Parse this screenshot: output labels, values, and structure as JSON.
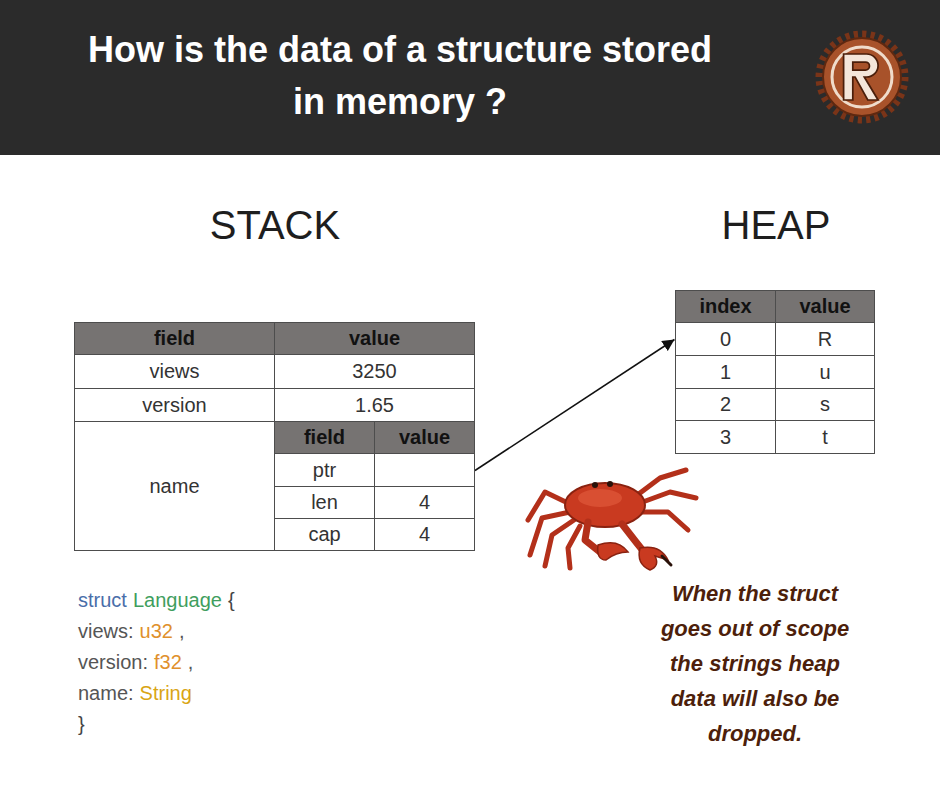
{
  "diagram": {
    "title": "How is the data of a structure stored in memory ?",
    "nodes": [
      {
        "text": [
          "field",
          "value"
        ]
      },
      {
        "text": [
          "views",
          "3250"
        ],
        "in": 0
      },
      {
        "text": [
          "version",
          "1.65"
        ],
        "in": 0
      },
      {
        "text": [
          "name"
        ],
        "in": 0
      },
      {
        "text": [
          "field",
          "value"
        ],
        "in": 3
      },
      {
        "text": [
          "ptr"
        ],
        "in": 4
      },
      {
        "text": [
          "len",
          "4"
        ],
        "in": 4
      },
      {
        "text": [
          "cap",
          "4"
        ],
        "in": 4
      },
      {
        "text": [
          "index",
          "value"
        ]
      },
      {
        "text": [
          "0",
          "R"
        ],
        "in": 8
      },
      {
        "text": [
          "1",
          "u"
        ],
        "in": 8
      },
      {
        "text": [
          "2",
          "s"
        ],
        "in": 8
      },
      {
        "text": [
          "3",
          "t"
        ],
        "in": 8
      }
    ],
    "edges": [
      {
        "from": 5,
        "to": 9,
        "arrow": "to"
      }
    ],
    "labels": [
      "STACK",
      "HEAP",
      "struct",
      "Language",
      "{",
      "views:",
      "u32",
      ",",
      "version:",
      "f32",
      ",",
      "name:",
      "String",
      "}",
      "When the struct goes out of scope the strings heap data will also be dropped."
    ]
  }
}
